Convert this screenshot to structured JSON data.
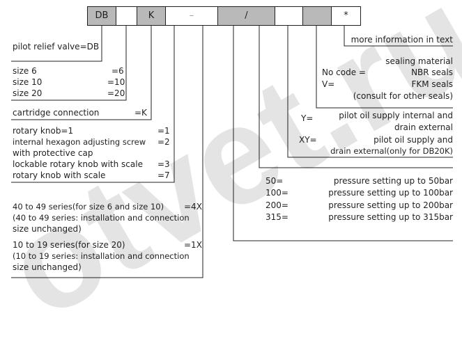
{
  "code_boxes": [
    "DB",
    "",
    "K",
    "–",
    "",
    "/",
    "",
    "",
    "*"
  ],
  "pilot": "pilot relief valve=DB",
  "size": [
    {
      "label": "size 6",
      "code": "=6"
    },
    {
      "label": "size 10",
      "code": "=10"
    },
    {
      "label": "size 20",
      "code": "=20"
    }
  ],
  "cartridge": {
    "label": "cartridge connection",
    "code": "=K"
  },
  "adjust": [
    {
      "label": "rotary knob=1",
      "code": "=1"
    },
    {
      "label": "internal hexagon adjusting screw",
      "code": "=2"
    },
    {
      "label": "with protective cap",
      "code": ""
    },
    {
      "label": "lockable rotary knob with scale",
      "code": "=3"
    },
    {
      "label": "rotary knob with scale",
      "code": "=7"
    }
  ],
  "series1": {
    "line1": "40 to 49 series(for size 6 and size 10)",
    "code": "=4X",
    "line2": "(40 to 49 series: installation and connection",
    "line3": "size unchanged)"
  },
  "series2": {
    "line1": "10 to 19 series(for size 20)",
    "code": "=1X",
    "line2": "(10 to 19 series: installation and connection",
    "line3": "size unchanged)"
  },
  "more": "more information in text",
  "seal": {
    "title": "sealing material",
    "nocode": "No code =",
    "nbr": "NBR seals",
    "v": "V=",
    "fkm": "FKM seals",
    "consult": "(consult for other seals)"
  },
  "pilot_oil": {
    "y": "Y=",
    "y1": "pilot oil supply internal and",
    "y2": "drain external",
    "xy": "XY=",
    "xy1": "pilot oil supply and",
    "xy2": "drain external(only for DB20K)"
  },
  "pressure": [
    {
      "code": "50=",
      "text": "pressure setting up to 50bar"
    },
    {
      "code": "100=",
      "text": "pressure setting up to 100bar"
    },
    {
      "code": "200=",
      "text": "pressure setting up to 200bar"
    },
    {
      "code": "315=",
      "text": "pressure setting up to 315bar"
    }
  ],
  "watermark": "otvet.ru"
}
